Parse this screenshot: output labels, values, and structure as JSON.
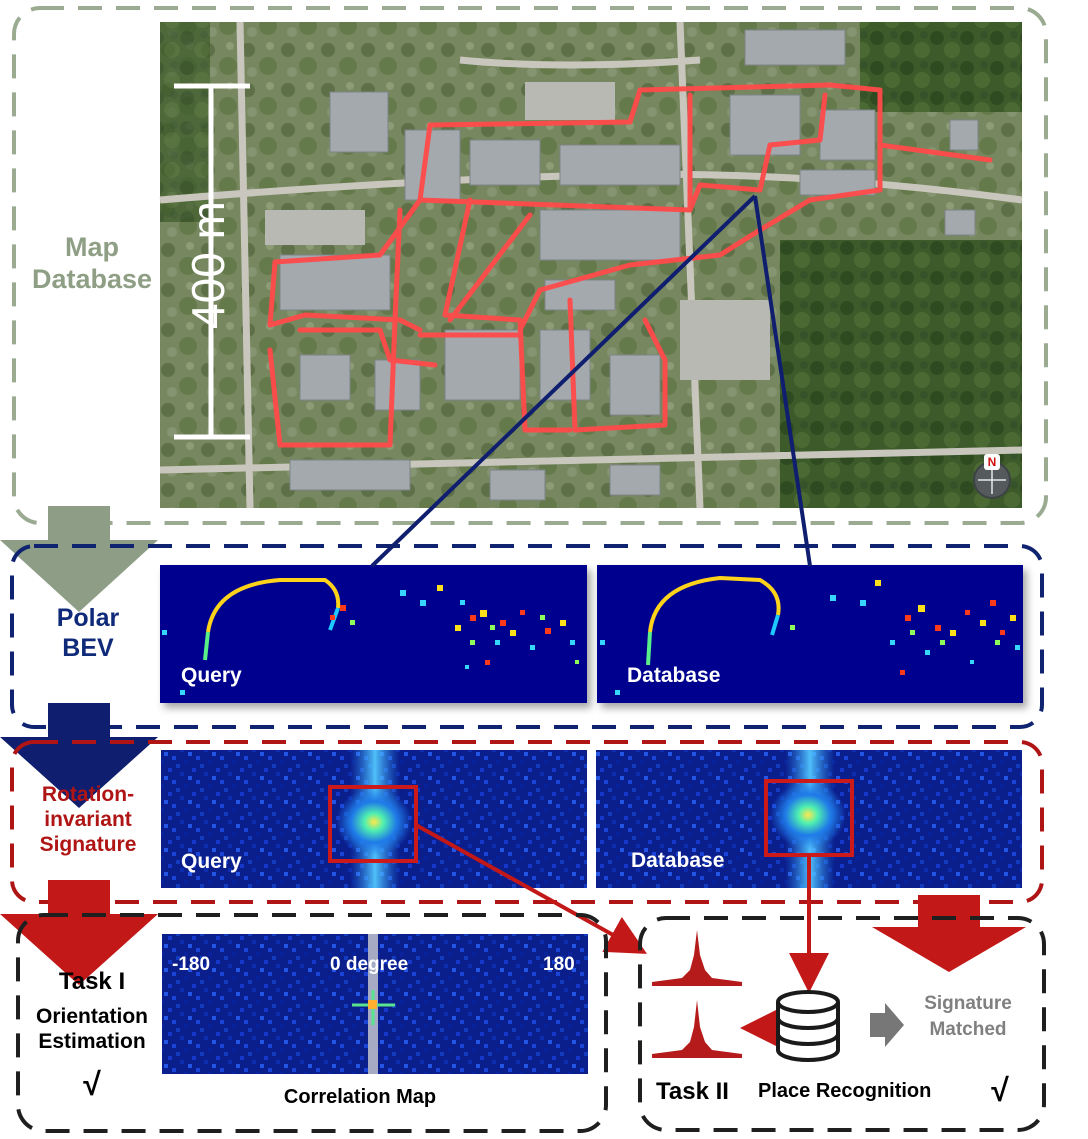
{
  "map_section": {
    "label_line1": "Map",
    "label_line2": "Database",
    "scale_text": "400 m",
    "compass_letter": "N"
  },
  "polar_bev": {
    "label_line1": "Polar",
    "label_line2": "BEV",
    "query_caption": "Query",
    "database_caption": "Database"
  },
  "signature": {
    "label_line1": "Rotation-",
    "label_line2": "invariant",
    "label_line3": "Signature",
    "query_caption": "Query",
    "database_caption": "Database"
  },
  "task1": {
    "title": "Task I",
    "line1": "Orientation",
    "line2": "Estimation",
    "check": "√",
    "corr_left": "-180",
    "corr_center": "0 degree",
    "corr_right": "180",
    "corr_caption": "Correlation Map"
  },
  "task2": {
    "title": "Task II",
    "place_recognition": "Place Recognition",
    "check": "√",
    "matched_line1": "Signature",
    "matched_line2": "Matched"
  },
  "colors": {
    "map_border": "#9aab92",
    "bev_border": "#0f2370",
    "signature_border": "#b01515",
    "task_border": "#222222",
    "trajectory": "#ff4040",
    "bev_background": "#00008f"
  }
}
